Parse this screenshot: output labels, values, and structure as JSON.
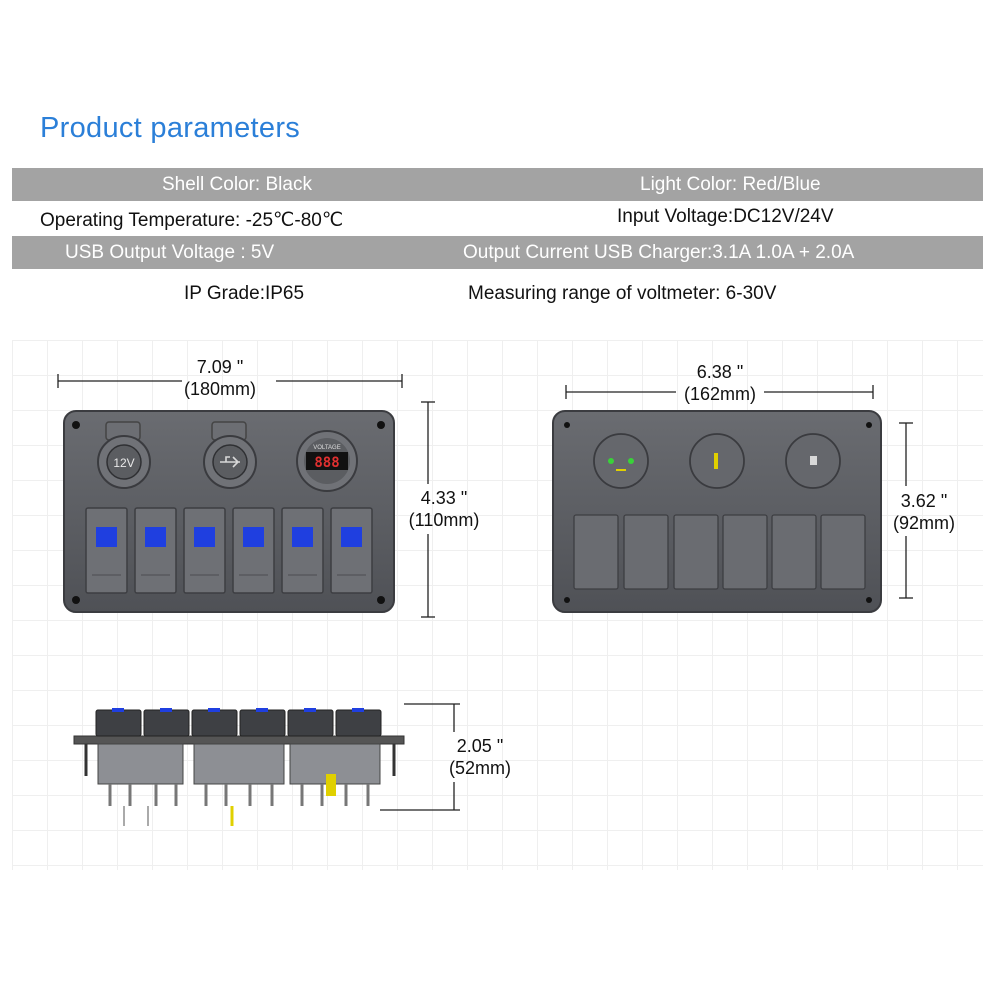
{
  "title": "Product parameters",
  "params": {
    "shell_color": "Shell Color: Black",
    "light_color": "Light Color: Red/Blue",
    "operating_temp": "Operating Temperature: -25℃-80℃",
    "input_voltage": "Input Voltage:DC12V/24V",
    "usb_output_voltage": "USB Output Voltage : 5V",
    "output_current": "Output Current USB Charger:3.1A 1.0A + 2.0A",
    "ip_grade": "IP Grade:IP65",
    "measuring_range": "Measuring range of voltmeter: 6-30V"
  },
  "dimensions": {
    "front_width_in": "7.09 \"",
    "front_width_mm": "(180mm)",
    "front_height_in": "4.33 \"",
    "front_height_mm": "(110mm)",
    "back_width_in": "6.38 \"",
    "back_width_mm": "(162mm)",
    "back_height_in": "3.62 \"",
    "back_height_mm": "(92mm)",
    "depth_in": "2.05 \"",
    "depth_mm": "(52mm)"
  },
  "panel_labels": {
    "socket_label": "12V",
    "voltmeter_label": "VOLTAGE",
    "voltmeter_reading": "888"
  },
  "colors": {
    "title": "#2b7fd8",
    "band": "#a3a3a3",
    "panel": "#5b5d62",
    "switch_light": "#1f3fe0"
  }
}
